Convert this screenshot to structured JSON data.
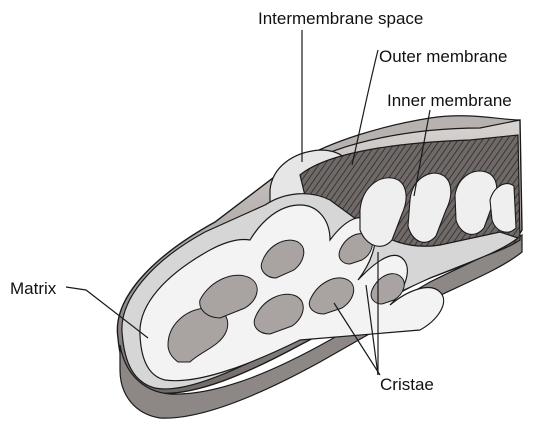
{
  "diagram": {
    "labels": {
      "intermembrane_space": "Intermembrane space",
      "outer_membrane": "Outer membrane",
      "inner_membrane": "Inner membrane",
      "matrix": "Matrix",
      "cristae": "Cristae"
    },
    "colors": {
      "outer_shell": "#8a8583",
      "shell_top": "#cfcbc8",
      "shell_dark": "#5f5a58",
      "cut_surface": "#d9d9d9",
      "matrix_face": "#f4f4f4",
      "membrane_band": "#a19c99",
      "back_wall_dark": "#3f3b3a",
      "ink": "#1a1a1a"
    }
  }
}
